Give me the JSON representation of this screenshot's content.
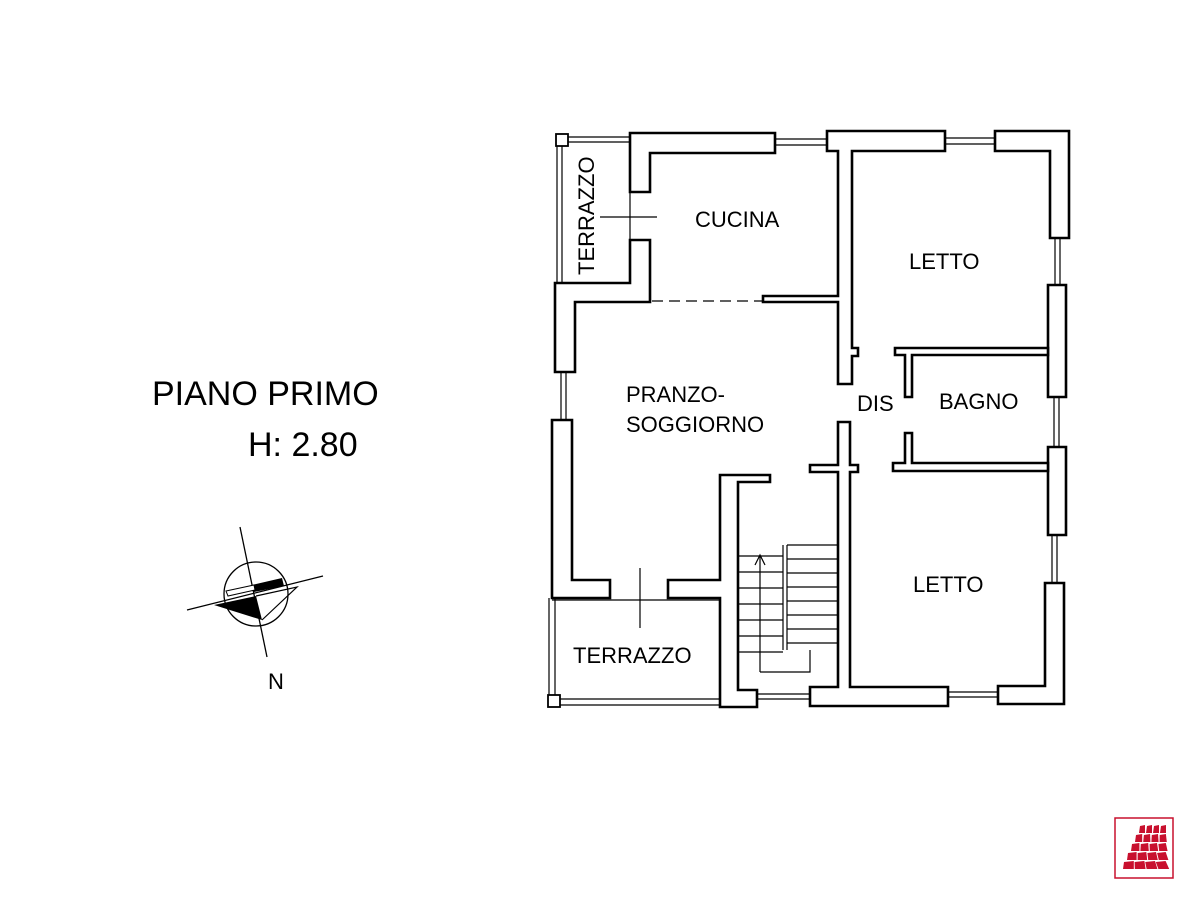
{
  "title": {
    "floor": "PIANO PRIMO",
    "height": "H: 2.80"
  },
  "compass": {
    "north_label": "N"
  },
  "rooms": {
    "terrazzo_top": "TERRAZZO",
    "cucina": "CUCINA",
    "letto_top": "LETTO",
    "pranzo_1": "PRANZO-",
    "pranzo_2": "SOGGIORNO",
    "dis": "DIS",
    "bagno": "BAGNO",
    "letto_bottom": "LETTO",
    "terrazzo_bottom": "TERRAZZO"
  },
  "colors": {
    "walls": "#000000",
    "logo": "#c8102e"
  }
}
